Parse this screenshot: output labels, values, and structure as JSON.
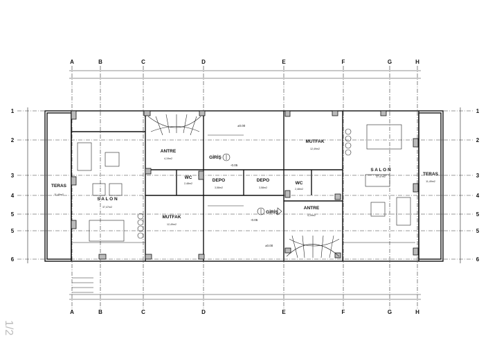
{
  "grid": {
    "columns": [
      "A",
      "B",
      "C",
      "D",
      "E",
      "F",
      "G",
      "H"
    ],
    "rows": [
      "1",
      "2",
      "3",
      "4",
      "5",
      "5",
      "6"
    ]
  },
  "rooms": {
    "left": {
      "teras": {
        "name": "TERAS",
        "area": "11,49m2"
      },
      "salon": {
        "name": "S A L O N",
        "area": "37,47m2"
      },
      "antre": {
        "name": "ANTRE",
        "area": "4,19m2"
      },
      "wc": {
        "name": "WC",
        "area": "2,48m2"
      },
      "mutfak": {
        "name": "MUTFAK",
        "area": "12,49m2"
      },
      "depo": {
        "name": "DEPO",
        "area": "3,58m2"
      }
    },
    "right": {
      "teras": {
        "name": "TERAS",
        "area": "11,49m2"
      },
      "salon": {
        "name": "S A L O N",
        "area": "37,47m2"
      },
      "antre": {
        "name": "ANTRE",
        "area": "4,19m2"
      },
      "wc": {
        "name": "WC",
        "area": "2,48m2"
      },
      "mutfak": {
        "name": "MUTFAK",
        "area": "12,49m2"
      },
      "depo": {
        "name": "DEPO",
        "area": "3,58m2"
      }
    }
  },
  "entrance_label": "GİRİŞ",
  "level_mark": "±0.00",
  "level_mark_2": "-0.05",
  "page_number": "1/2"
}
